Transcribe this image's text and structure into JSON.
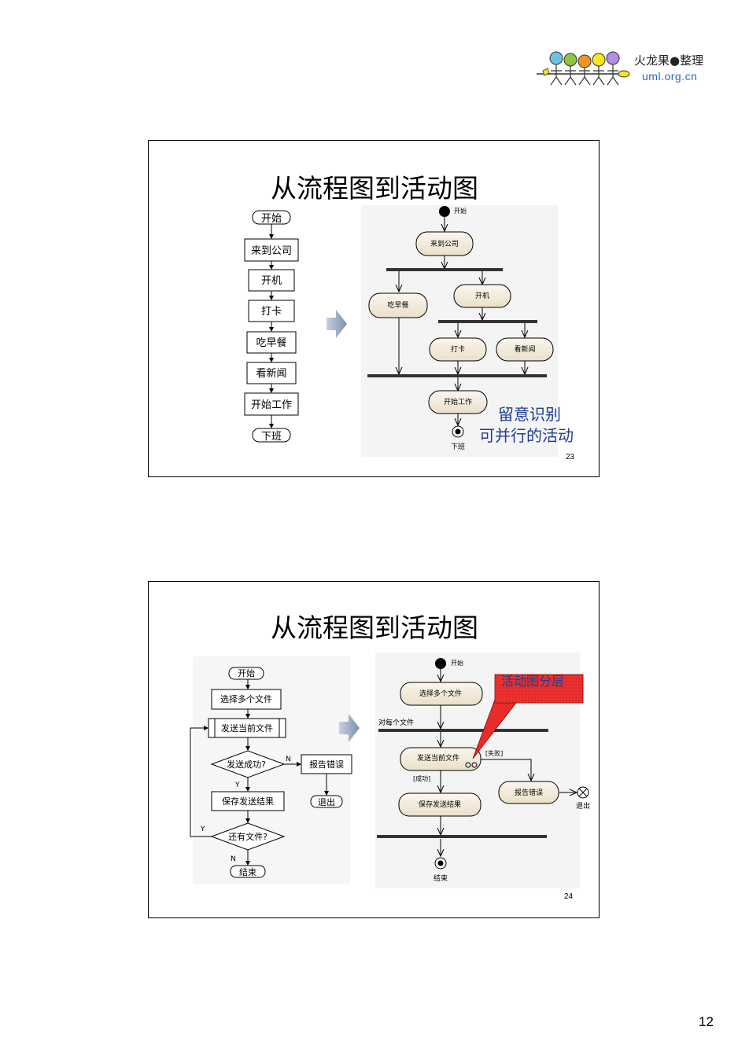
{
  "logo": {
    "title": "火龙果●整理",
    "url": "uml.org.cn"
  },
  "page_number": "12",
  "slides": [
    {
      "title": "从流程图到活动图",
      "slide_number": "23",
      "flowchart": [
        "开始",
        "来到公司",
        "开机",
        "打卡",
        "吃早餐",
        "看新闻",
        "开始工作",
        "下班"
      ],
      "activity": {
        "start": "开始",
        "arrive": "来到公司",
        "breakfast": "吃早餐",
        "boot": "开机",
        "clock_in": "打卡",
        "news": "看新闻",
        "work": "开始工作",
        "end": "下班"
      },
      "note_line1": "留意识别",
      "note_line2": "可并行的活动"
    },
    {
      "title": "从流程图到活动图",
      "slide_number": "24",
      "flowchart": {
        "start": "开始",
        "select": "选择多个文件",
        "send": "发送当前文件",
        "success_q": "发送成功?",
        "error": "报告错误",
        "exit": "退出",
        "save": "保存发送结果",
        "more_q": "还有文件?",
        "end": "结束",
        "yes": "Y",
        "no": "N"
      },
      "activity": {
        "start": "开始",
        "select": "选择多个文件",
        "each": "对每个文件",
        "send": "发送当前文件",
        "fail": "[失败]",
        "success": "[成功]",
        "error": "报告错误",
        "exit": "退出",
        "save": "保存发送结果",
        "end": "结束"
      },
      "callout": "活动图分层"
    }
  ]
}
